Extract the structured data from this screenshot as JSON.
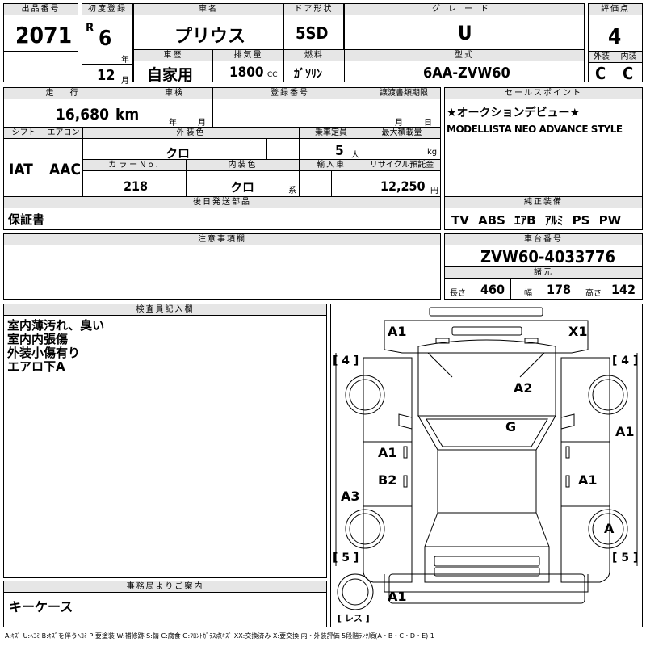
{
  "lot": {
    "label": "出品番号",
    "value": "2071"
  },
  "first_reg": {
    "label": "初度登録",
    "era": "R",
    "year": "6",
    "year_unit": "年",
    "month": "12",
    "month_unit": "月"
  },
  "car_name": {
    "label": "車名",
    "value": "プリウス"
  },
  "door": {
    "label": "ドア形状",
    "value": "5SD"
  },
  "grade": {
    "label": "グレード",
    "value": "U"
  },
  "score": {
    "label": "評価点",
    "value": "4",
    "exterior_label": "外装",
    "interior_label": "内装",
    "exterior": "C",
    "interior": "C"
  },
  "history": {
    "label": "車歴",
    "value": "自家用"
  },
  "displacement": {
    "label": "排気量",
    "value": "1800",
    "unit": "CC"
  },
  "fuel": {
    "label": "燃料",
    "value": "ｶﾞｿﾘﾝ"
  },
  "model": {
    "label": "型式",
    "value": "6AA-ZVW60"
  },
  "mileage": {
    "label": "走行",
    "value": "16,680",
    "unit": "km"
  },
  "inspection": {
    "label": "車検",
    "year_unit": "年",
    "month_unit": "月"
  },
  "registration": {
    "label": "登録番号"
  },
  "transfer_deadline": {
    "label": "譲渡書類期限",
    "month_unit": "月",
    "day_unit": "日"
  },
  "sales_point": {
    "label": "セールスポイント",
    "lines": [
      "★オークションデビュー★",
      "MODELLISTA NEO ADVANCE STYLE"
    ]
  },
  "shift": {
    "label": "シフト",
    "value": "IAT"
  },
  "aircon": {
    "label": "エアコン",
    "value": "AAC"
  },
  "ext_color": {
    "label": "外装色",
    "value": "クロ"
  },
  "capacity": {
    "label": "乗車定員",
    "value": "5",
    "unit": "人"
  },
  "max_load": {
    "label": "最大積載量",
    "unit": "kg"
  },
  "color_no": {
    "label": "カラーNo.",
    "value": "218"
  },
  "int_color": {
    "label": "内装色",
    "value": "クロ",
    "unit": "系"
  },
  "import": {
    "label": "輸入車"
  },
  "recycle": {
    "label": "リサイクル預託金",
    "value": "12,250",
    "unit": "円"
  },
  "later_parts": {
    "label": "後日発送部品",
    "value": "保証書"
  },
  "equipment": {
    "label": "純正装備",
    "items": [
      "TV",
      "ABS",
      "ｴｱB",
      "ｱﾙﾐ",
      "PS",
      "PW"
    ]
  },
  "notes": {
    "label": "注意事項欄"
  },
  "chassis": {
    "label": "車台番号",
    "value": "ZVW60-4033776"
  },
  "specs": {
    "label": "諸元",
    "length_label": "長さ",
    "length": "460",
    "width_label": "幅",
    "width": "178",
    "height_label": "高さ",
    "height": "142"
  },
  "inspector": {
    "label": "検査員記入欄",
    "lines": [
      "室内薄汚れ、臭い",
      "室内内張傷",
      "外装小傷有り",
      "エアロ下A"
    ]
  },
  "office": {
    "label": "事務局よりご案内",
    "value": "キーケース"
  },
  "diagram_marks": {
    "front_left": "A1",
    "front_right": "X1",
    "tire_fl": "[ 4 ]",
    "tire_fr": "[ 4 ]",
    "tire_rl": "[ 5 ]",
    "tire_rr": "[ 5 ]",
    "hood": "A2",
    "windshield": "G",
    "right_fender": "A1",
    "left_door_front": "A1",
    "left_door_rear": "B2",
    "right_door": "A1",
    "left_quarter": "A3",
    "right_wheel_mark": "A",
    "rear": "A1",
    "spare": "[ レス ]"
  },
  "legend": "A:ｷｽﾞ U:ﾍｺﾐ B:ｷｽﾞを伴うﾍｺﾐ P:要塗装 W:補修跡 S:錆 C:腐食 G:ﾌﾛﾝﾄｶﾞﾗｽ点ｷｽﾞ XX:交換済み X:要交換 内・外装評価 5段階ﾗﾝｸ順(A・B・C・D・E) 1"
}
